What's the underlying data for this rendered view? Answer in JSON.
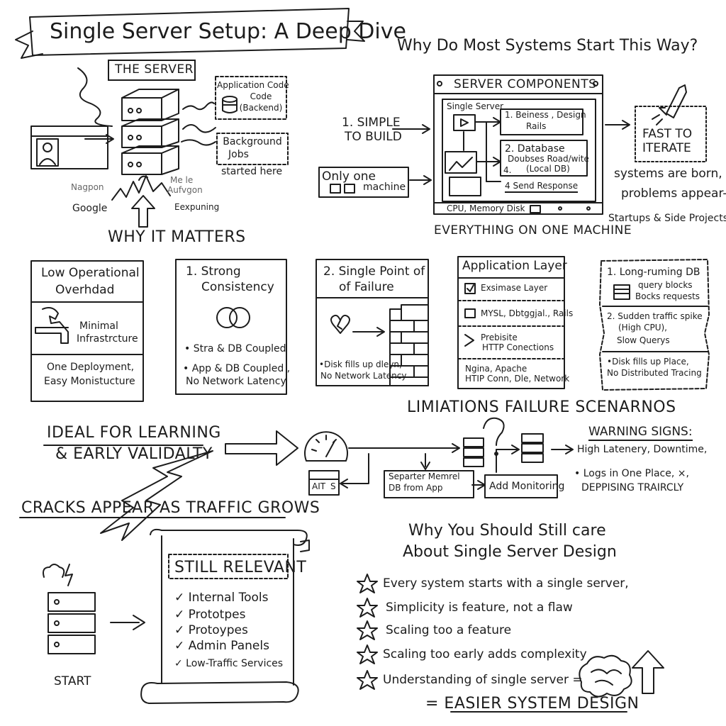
{
  "title": "Single Server Setup: A Deep Dive",
  "why_start": "Why Do Most Systems Start This Way?",
  "server": {
    "label": "THE SERVER",
    "app_code": [
      "Application Code",
      "Code",
      "(Backend)"
    ],
    "bg_jobs": [
      "Background",
      "Jobs"
    ],
    "started_here": "started here",
    "google": "Google",
    "expanding": "Eexpuning",
    "scribble_left": "Nagpon",
    "scribble_right": [
      "Me le",
      "Aufvgon"
    ],
    "why_matters": "WHY IT MATTERS"
  },
  "reasons": {
    "simple": [
      "1. SIMPLE",
      "TO BUILD"
    ],
    "one_machine_prefix": "Only one",
    "one_machine": "machine",
    "fast": [
      "FAST TO",
      "ITERATE"
    ],
    "born": "systems are born,",
    "problems": "problems appear-",
    "startups": "Startups & Side Projects"
  },
  "components": {
    "title": "SERVER COMPONENTS",
    "single_server": "Single Server",
    "step1": [
      "1. Beiness , Design",
      "Rails"
    ],
    "step2": [
      "2. Database",
      "Doubses Road/wite",
      "(Local DB)"
    ],
    "step4_num": "4.",
    "step4": "4 Send Response",
    "footer": "CPU, Memory Disk",
    "caption": "EVERYTHING ON ONE MACHINE"
  },
  "panels": {
    "overhead": [
      "Low Operational",
      "Overhdad",
      "Minimal",
      "Infrastrcture",
      "One Deployment,",
      "Easy Monistucture"
    ],
    "consistency": [
      "1. Strong",
      "Consistency",
      "• Stra & DB Coupled",
      "• App & DB Coupled ,",
      "No Network Latency"
    ],
    "failure": [
      "2. Single Point of",
      "of Failure",
      "•Disk fills up dleyn,",
      "No Network Latency"
    ],
    "layers": [
      "Application Layer",
      "Exsimase Layer",
      "MYSL, Dbtggjal., Rails",
      "Prebisite",
      "HTTP Conections",
      "Ngina, Apache",
      "HTIP Conn, Dle, Network"
    ],
    "scenarios": [
      "1. Long-ruming DB",
      "query blocks",
      "Bocks requests",
      "2. Sudden traffic spike",
      "(High CPU),",
      "Slow Querys",
      "•Disk fills up Place,",
      "No Distributed Tracing"
    ]
  },
  "limitations_title": "LIMIATIONS FAILURE SCENARNOS",
  "ideal": [
    "IDEAL FOR LEARNING",
    "& EARLY VALIDALTY"
  ],
  "flow": {
    "dash": "AIT",
    "dash_s": "S",
    "separate": [
      "Separter Memrel",
      "DB from App"
    ],
    "monitoring": "Add Monitoring",
    "warning_title": "WARNING SIGNS:",
    "warning1": "High Latenery, Downtime,",
    "warning2": "• Logs in One Place, ×,",
    "warning3": "DEPPISING TRAIRCLY"
  },
  "cracks": "CRACKS APPEAR AS TRAFFIC GROWS",
  "start": "START",
  "relevant": {
    "title": "STILL RELEVANT",
    "items": [
      "✓ Internal Tools",
      "✓ Prototpes",
      "✓ Protoypes",
      "✓ Admin Panels",
      "✓ Low-Traffic Services"
    ]
  },
  "care": {
    "title": [
      "Why You Should Still care",
      "About Single Server Design"
    ],
    "items": [
      "Every system starts with a single server,",
      "Simplicity is feature, not a flaw",
      "Scaling too a feature",
      "Scaling too early adds complexity",
      "Understanding of single server ="
    ],
    "final": "= EASIER SYSTEM DESIGN"
  }
}
